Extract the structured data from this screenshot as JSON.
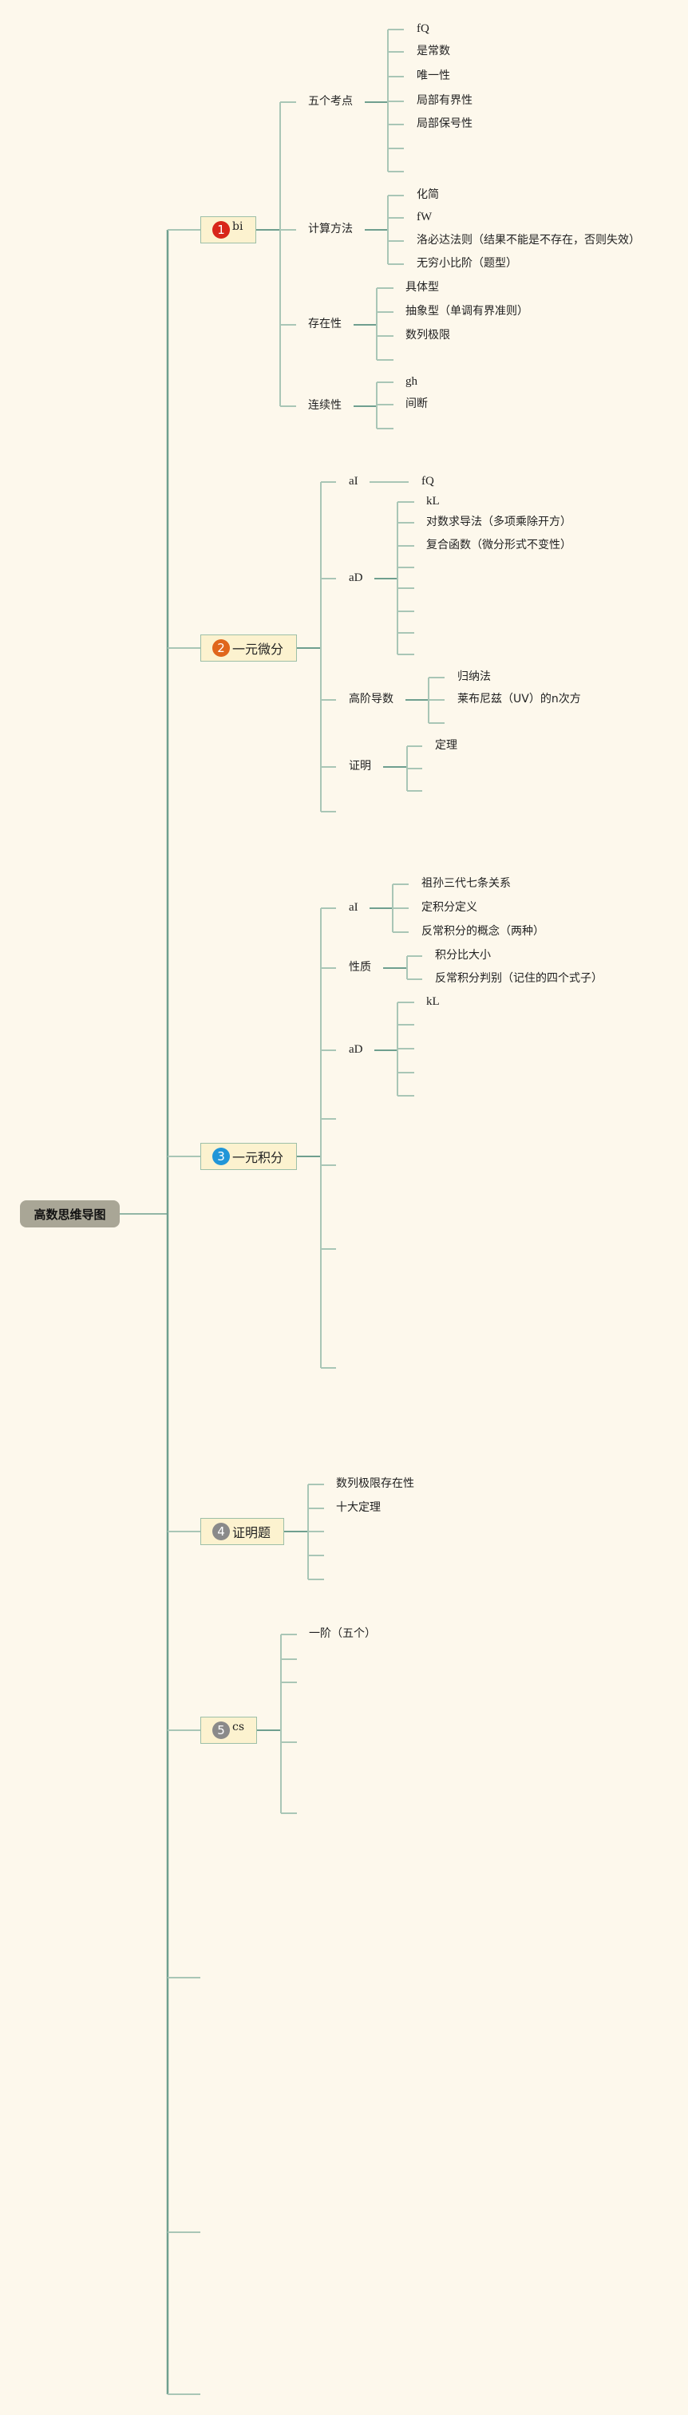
{
  "title": "高数思维导图",
  "colors": {
    "background": "#fdf8ec",
    "line_dark": "#6f9f8f",
    "line_light": "#a9c6b6",
    "node_fill": "#fcf2cf",
    "central_fill": "#a9a696"
  },
  "branches": [
    {
      "badge": "1",
      "badge_color": "#d8261a",
      "label": "bi",
      "topics": [
        {
          "label": "五个考点",
          "items": [
            "fQ",
            "是常数",
            "唯一性",
            "局部有界性",
            "局部保号性"
          ]
        },
        {
          "label": "计算方法",
          "items": [
            "化简",
            "fW",
            "洛必达法则（结果不能是不存在，否则失效）",
            "无穷小比阶（题型）"
          ]
        },
        {
          "label": "存在性",
          "items": [
            "具体型",
            "抽象型（单调有界准则）",
            "数列极限"
          ]
        },
        {
          "label": "连续性",
          "items": [
            "gh",
            "间断"
          ]
        }
      ]
    },
    {
      "badge": "2",
      "badge_color": "#e0661c",
      "label": "一元微分",
      "topics": [
        {
          "label": "aI",
          "items": [
            "fQ"
          ]
        },
        {
          "label": "aD",
          "items": [
            "kL",
            "对数求导法（多项乘除开方）",
            "复合函数（微分形式不变性）"
          ]
        },
        {
          "label": "高阶导数",
          "items": [
            "归纳法",
            "莱布尼兹（UV）的n次方"
          ]
        },
        {
          "label": "证明",
          "items": [
            "定理"
          ]
        }
      ]
    },
    {
      "badge": "3",
      "badge_color": "#2196d8",
      "label": "一元积分",
      "topics": [
        {
          "label": "aI",
          "items": [
            "祖孙三代七条关系",
            "定积分定义",
            "反常积分的概念（两种）"
          ]
        },
        {
          "label": "性质",
          "items": [
            "积分比大小",
            "反常积分判别（记住的四个式子）"
          ]
        },
        {
          "label": "aD",
          "items": [
            "kL"
          ]
        }
      ]
    },
    {
      "badge": "4",
      "badge_color": "#8a8a8a",
      "label": "证明题",
      "items": [
        "数列极限存在性",
        "十大定理"
      ]
    },
    {
      "badge": "5",
      "badge_color": "#8a8a8a",
      "label": "cs",
      "items": [
        "一阶（五个）"
      ]
    }
  ]
}
